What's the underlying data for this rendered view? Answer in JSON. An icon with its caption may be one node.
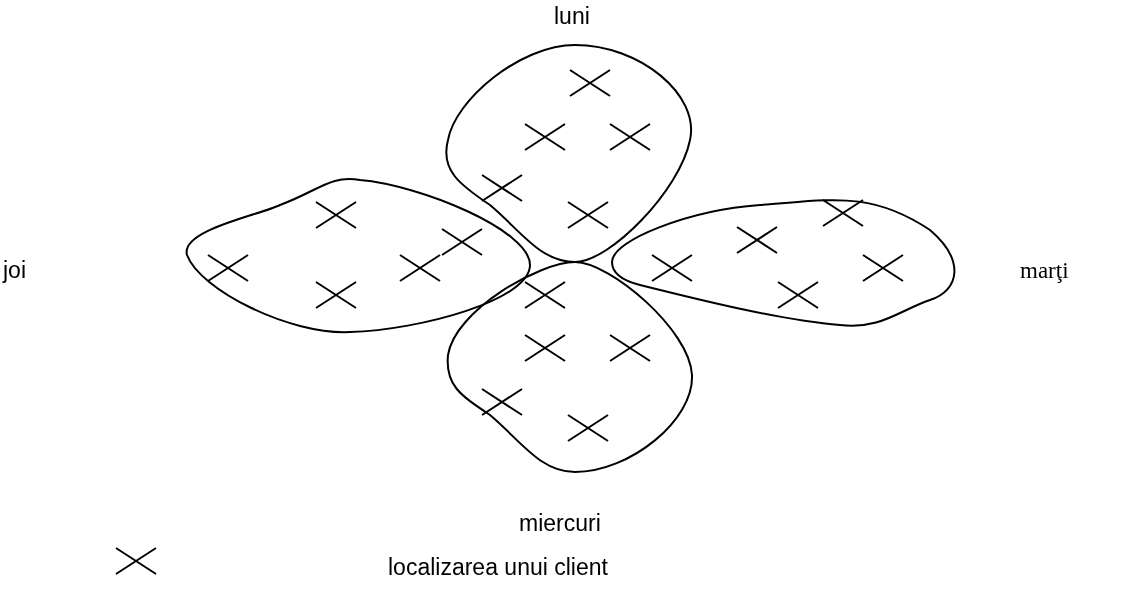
{
  "diagram": {
    "labels": [
      "luni",
      "joi",
      "marţi",
      "miercuri"
    ],
    "legend": [
      {
        "text": "localizarea unui client"
      }
    ]
  }
}
